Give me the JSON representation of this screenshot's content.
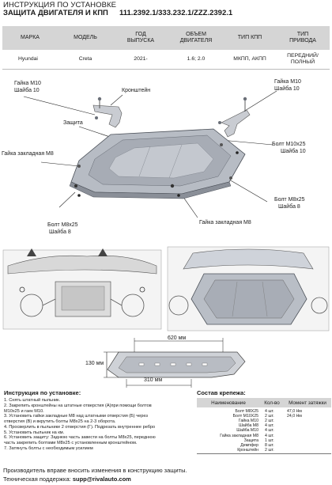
{
  "header": {
    "line1": "ИНСТРУКЦИЯ ПО УСТАНОВКЕ",
    "line2": "ЗАЩИТА ДВИГАТЕЛЯ И КПП",
    "codes": "111.2392.1/333.232.1/ZZZ.2392.1"
  },
  "vehicle_table": {
    "headers": [
      "МАРКА",
      "МОДЕЛЬ",
      "ГОД ВЫПУСКА",
      "ОБЪЕМ ДВИГАТЕЛЯ",
      "ТИП КПП",
      "ТИП ПРИВОДА"
    ],
    "row": [
      "Hyundai",
      "Creta",
      "2021-",
      "1.6; 2.0",
      "МКПП, АКПП",
      "ПЕРЕДНИЙ/ПОЛНЫЙ"
    ]
  },
  "callouts": {
    "nut_m10_left": "Гайка М10",
    "washer10_left": "Шайба 10",
    "bracket": "Кронштейн",
    "nut_m10_right": "Гайка М10",
    "washer10_right": "Шайба 10",
    "guard": "Защита",
    "bolt_m10x25": "Болт М10х25",
    "washer10_bolt": "Шайба 10",
    "embedded_nut_left": "Гайка закладная М8",
    "bolt_m8x25_right": "Болт М8х25",
    "washer8_right": "Шайба 8",
    "bolt_m8x25_left": "Болт М8х25",
    "washer8_left": "Шайба 8",
    "embedded_nut_bottom": "Гайка закладная М8"
  },
  "dimensions": {
    "width_top": "620 мм",
    "height": "130 мм",
    "width_bottom": "310 мм"
  },
  "instructions": {
    "title": "Инструкция по установке:",
    "steps": [
      "1. Снять штатный пыльник.",
      "2. Закрепить кронштейны на штатные отверстия (А)при помощи болтов",
      "М10х25 и гаек М10.",
      "3. Установить гайки закладные М8 над штатными отверстия (Б) через",
      "отверстия (В) и вкрутить болты М8х25 на 2-3 оборота.",
      "4. Просверлить в пыльнике 2 отверстия (Г). Подрезать внутреннее ребро",
      "5. Установить пыльник на км.",
      "6. Установить защиту: Заднюю часть завести на болты М8х25, переднюю",
      "часть закрепить болтами М8х25 с установленным кронштейном.",
      "7. Затянуть болты с необходимым усилием"
    ]
  },
  "kit": {
    "title": "Состав крепежа:",
    "headers": [
      "Наименование",
      "Кол-во",
      "Момент затяжки"
    ],
    "rows": [
      [
        "Болт М8Х25",
        "4 шт.",
        "47,0 Нм"
      ],
      [
        "Болт М10Х25",
        "2 шт.",
        "24,0 Нм"
      ],
      [
        "Гайка М10",
        "2 шт.",
        ""
      ],
      [
        "Шайба М8",
        "4 шт.",
        ""
      ],
      [
        "Шайба М10",
        "4 шт.",
        ""
      ],
      [
        "Гайка закладная М8",
        "4 шт.",
        ""
      ],
      [
        "Защита",
        "1 шт.",
        ""
      ],
      [
        "Демпфер",
        "8 шт.",
        ""
      ],
      [
        "Кронштейн",
        "2 шт.",
        ""
      ]
    ]
  },
  "footer": {
    "line1": "Производитель вправе вносить изменения в конструкцию защиты.",
    "support_label": "Техническая поддержка:",
    "support_email": "supp@rivalauto.com"
  }
}
